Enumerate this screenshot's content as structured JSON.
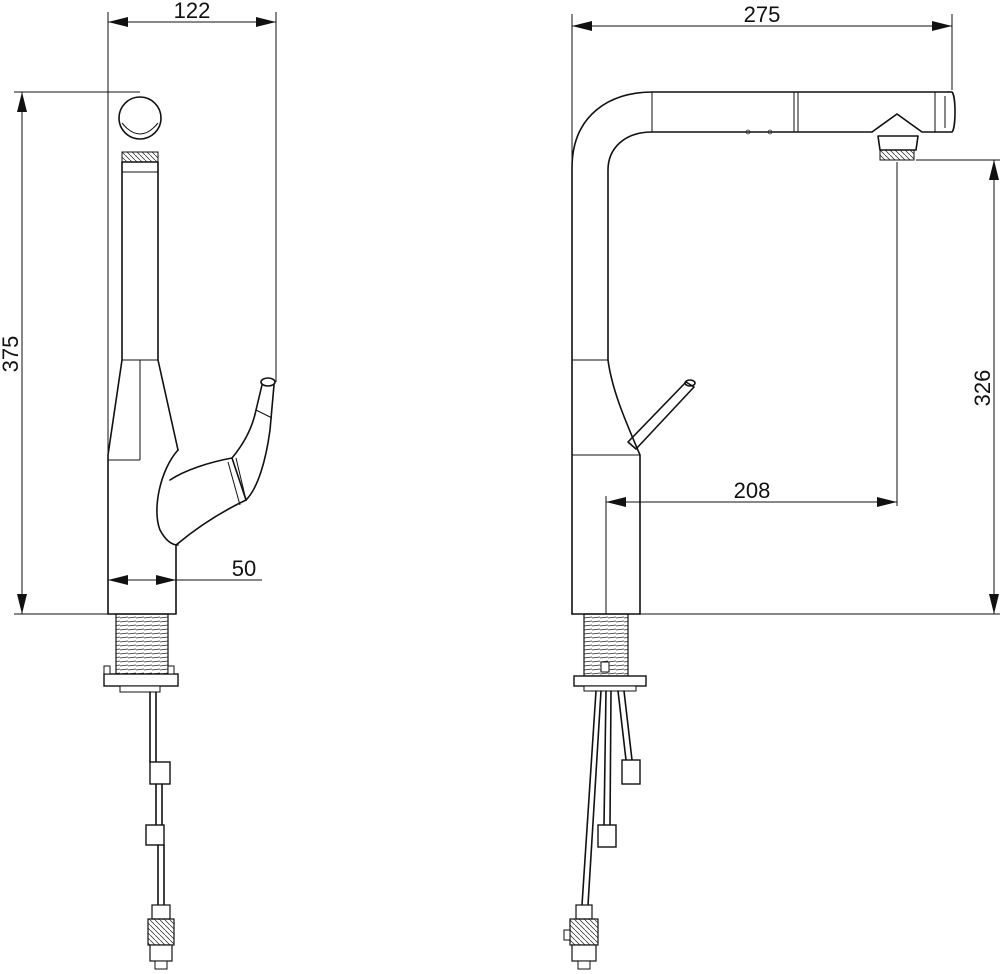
{
  "dimensions": {
    "side_width": "122",
    "side_height": "375",
    "base_width": "50",
    "front_width": "275",
    "front_spout_height": "326",
    "front_reach": "208"
  },
  "colors": {
    "line": "#111111",
    "background": "#ffffff"
  }
}
